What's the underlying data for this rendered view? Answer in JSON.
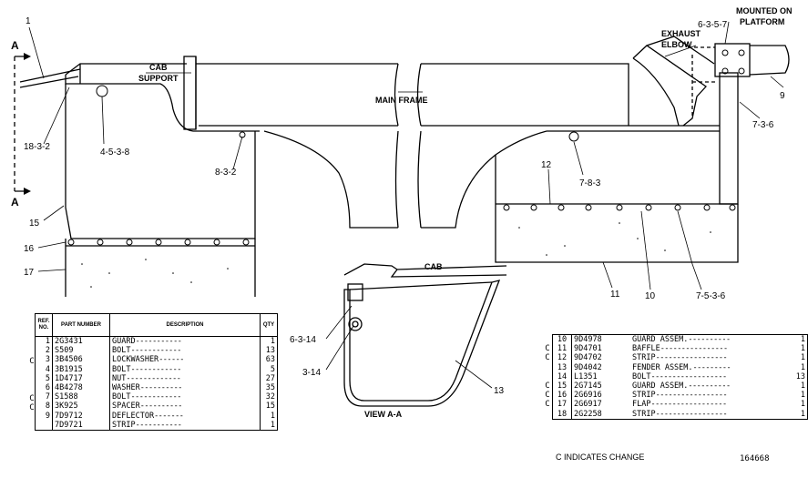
{
  "callouts": {
    "c1": "1",
    "c18_3_2": "18-3-2",
    "c4_5_3_8": "4-5-3-8",
    "c8_3_2": "8-3-2",
    "c15": "15",
    "c16": "16",
    "c17": "17",
    "c12": "12",
    "c7_8_3": "7-8-3",
    "c10": "10",
    "c11": "11",
    "c7_5_3_6": "7-5-3-6",
    "c9": "9",
    "c7_3_6": "7-3-6",
    "c6_3_5_7": "6-3-5-7",
    "c6_3_14": "6-3-14",
    "c3_14": "3-14",
    "c13": "13"
  },
  "labels": {
    "section_a_top": "A",
    "section_a_bottom": "A",
    "cab_support_1": "CAB",
    "cab_support_2": "SUPPORT",
    "main_frame": "MAIN FRAME",
    "exhaust_1": "EXHAUST",
    "exhaust_2": "ELBOW",
    "mounted_1": "MOUNTED ON",
    "mounted_2": "PLATFORM",
    "cab": "CAB",
    "view_aa": "VIEW A-A"
  },
  "parts_table": {
    "headers": [
      "REF. NO.",
      "PART NUMBER",
      "DESCRIPTION",
      "QTY"
    ],
    "rows": [
      {
        "change": "",
        "ref": "1",
        "part": "2G3431",
        "desc": "GUARD",
        "qty": "1"
      },
      {
        "change": "",
        "ref": "2",
        "part": "S509",
        "desc": "BOLT",
        "qty": "13"
      },
      {
        "change": "C",
        "ref": "3",
        "part": "3B4506",
        "desc": "LOCKWASHER",
        "qty": "63"
      },
      {
        "change": "",
        "ref": "4",
        "part": "3B1915",
        "desc": "BOLT",
        "qty": "5"
      },
      {
        "change": "",
        "ref": "5",
        "part": "1D4717",
        "desc": "NUT",
        "qty": "27"
      },
      {
        "change": "",
        "ref": "6",
        "part": "4B4278",
        "desc": "WASHER",
        "qty": "35"
      },
      {
        "change": "C",
        "ref": "7",
        "part": "S1588",
        "desc": "BOLT",
        "qty": "32"
      },
      {
        "change": "C",
        "ref": "8",
        "part": "3K925",
        "desc": "SPACER",
        "qty": "15"
      },
      {
        "change": "",
        "ref": "9",
        "part": "7D9712",
        "desc": "DEFLECTOR",
        "qty": "1"
      },
      {
        "change": "",
        "ref": "",
        "part": "7D9721",
        "desc": "STRIP",
        "qty": "1"
      }
    ]
  },
  "parts_table_2": {
    "rows": [
      {
        "change": "",
        "ref": "10",
        "part": "9D4978",
        "desc": "GUARD ASSEM.",
        "qty": "1"
      },
      {
        "change": "C",
        "ref": "11",
        "part": "9D4701",
        "desc": "BAFFLE",
        "qty": "1"
      },
      {
        "change": "C",
        "ref": "12",
        "part": "9D4702",
        "desc": "STRIP",
        "qty": "1"
      },
      {
        "change": "",
        "ref": "13",
        "part": "9D4042",
        "desc": "FENDER ASSEM.",
        "qty": "1"
      },
      {
        "change": "",
        "ref": "14",
        "part": "L1351",
        "desc": "BOLT",
        "qty": "13"
      },
      {
        "change": "C",
        "ref": "15",
        "part": "2G7145",
        "desc": "GUARD ASSEM.",
        "qty": "1"
      },
      {
        "change": "C",
        "ref": "16",
        "part": "2G6916",
        "desc": "STRIP",
        "qty": "1"
      },
      {
        "change": "C",
        "ref": "17",
        "part": "2G6917",
        "desc": "FLAP",
        "qty": "1"
      },
      {
        "change": "",
        "ref": "18",
        "part": "2G2258",
        "desc": "STRIP",
        "qty": "1"
      }
    ]
  },
  "change_note": "C INDICATES CHANGE",
  "figure_number": "164668"
}
